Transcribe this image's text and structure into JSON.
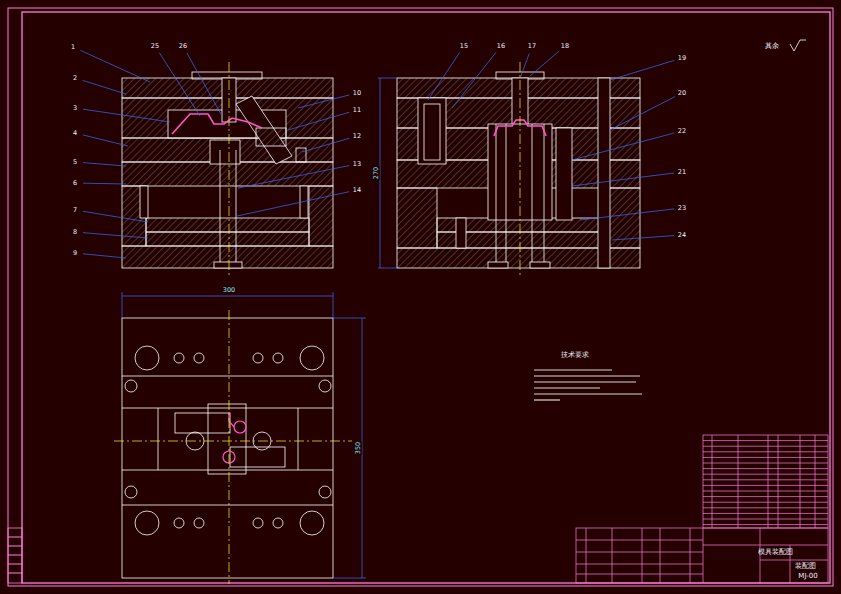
{
  "diagram": {
    "labels": [
      "1",
      "2",
      "3",
      "4",
      "5",
      "6",
      "7",
      "8",
      "9",
      "25",
      "26",
      "10",
      "11",
      "12",
      "13",
      "14",
      "15",
      "16",
      "17",
      "18",
      "19",
      "20",
      "22",
      "21",
      "23",
      "24",
      "300",
      "270",
      "350",
      "其余",
      "技术要求",
      "模具装配图",
      "装配图",
      "MJ-00"
    ]
  }
}
